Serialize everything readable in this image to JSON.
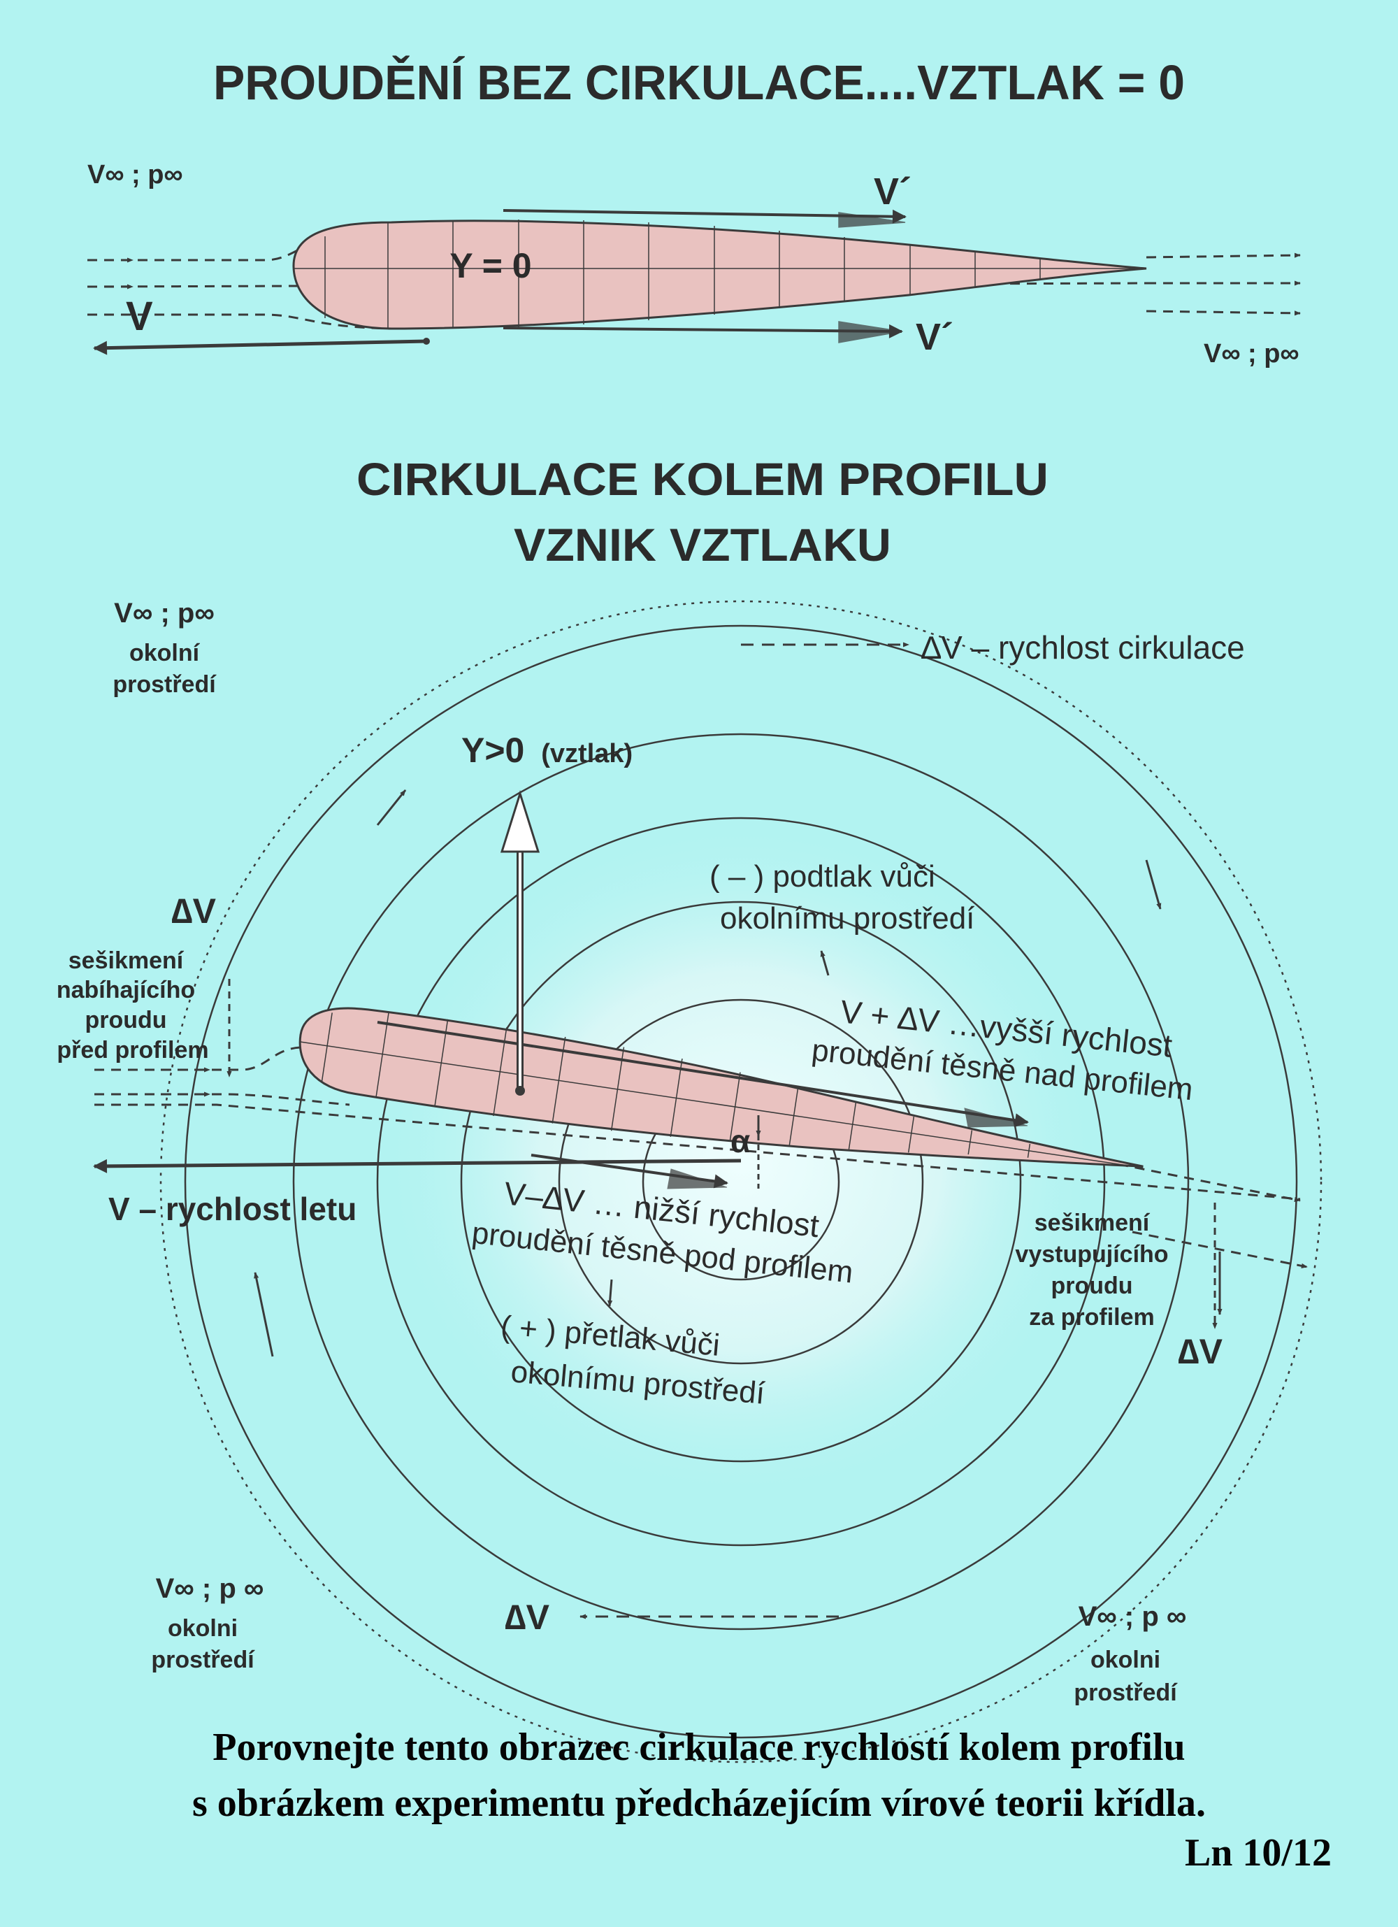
{
  "top": {
    "title": "PROUDĚNÍ  BEZ  CIRKULACE....VZTLAK = 0",
    "freestream_left": "V∞ ; p∞",
    "freestream_right": "V∞ ; p∞",
    "lift_zero": "Y = 0",
    "v_prime_upper": "V´",
    "v_prime_lower": "V´",
    "flight_velocity": "V"
  },
  "bottom": {
    "title_line1": "CIRKULACE  KOLEM  PROFILU",
    "title_line2": "VZNIK  VZTLAKU",
    "corner_tl": {
      "line1": "V∞ ; p∞",
      "line2": "okolní",
      "line3": "prostředí"
    },
    "corner_bl": {
      "line1": "V∞ ; p ∞",
      "line2": "okolni",
      "line3": "prostředí"
    },
    "corner_br": {
      "line1": "V∞ ;  p ∞",
      "line2": "okolni",
      "line3": "prostředí"
    },
    "circ_top": "∆V – rychlost cirkulace",
    "lift": "Y>0",
    "lift_note": "(vztlak)",
    "suction_line1": "( – )  podtlak vůči",
    "suction_line2": "okolnímu  prostředí",
    "upper_flow_line1": "V + ∆V …vyšší rychlost",
    "upper_flow_line2": "proudění těsně nad profilem",
    "lower_flow_line1": "V–∆V … nižší rychlost",
    "lower_flow_line2": "proudění těsně pod profilem",
    "pressure_line1": "( + )   přetlak vůči",
    "pressure_line2": "okolnímu  prostředí",
    "alpha": "α",
    "upwash_dv": "∆V",
    "upwash_line1": "sešikmení",
    "upwash_line2": "nabíhajícího",
    "upwash_line3": "proudu",
    "upwash_line4": "před profilem",
    "downwash_line1": "sešikmení",
    "downwash_line2": "vystupujícího",
    "downwash_line3": "proudu",
    "downwash_line4": "za profilem",
    "downwash_dv": "∆V",
    "flight_velocity": "V – rychlost letu",
    "circ_bottom": "∆V"
  },
  "caption": {
    "line1": "Porovnejte tento obrazec cirkulace rychlostí kolem profilu",
    "line2": "s obrázkem experimentu předcházejícím vírové teorii křídla.",
    "ref": "Ln 10/12"
  },
  "colors": {
    "background": "#b2f3f1",
    "airfoil_fill": "#e9c2c0",
    "line": "#3a3a3a",
    "halo": "#e4fbfa"
  },
  "icons": [
    "lift-arrow-icon",
    "flow-arrow-icon",
    "velocity-arrow-icon"
  ]
}
